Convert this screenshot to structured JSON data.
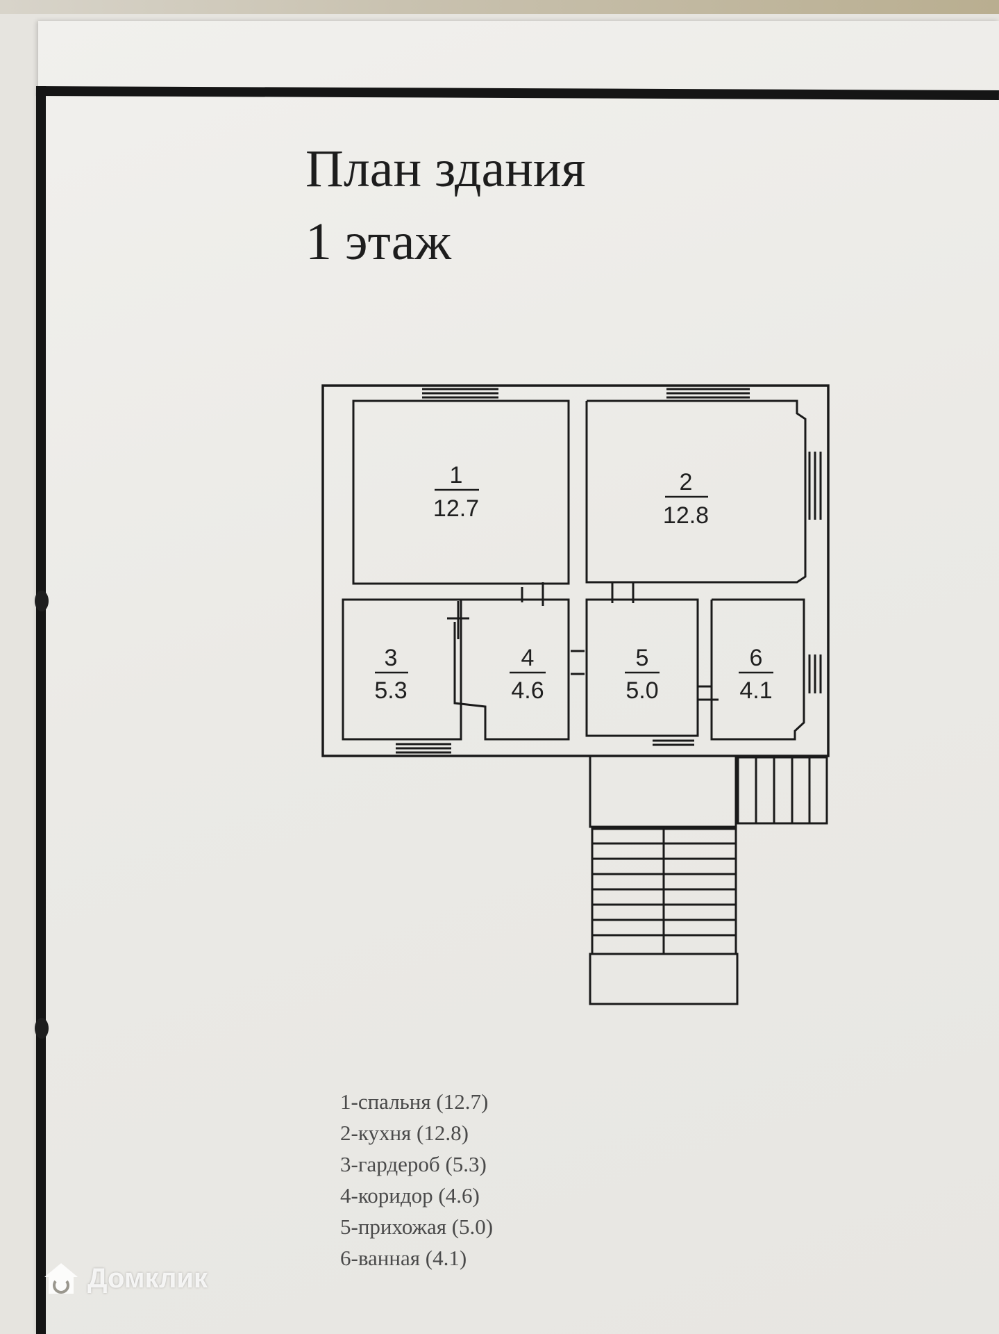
{
  "title": {
    "line1": "План здания",
    "line2": "1 этаж"
  },
  "rooms": [
    {
      "number": "1",
      "area": "12.7"
    },
    {
      "number": "2",
      "area": "12.8"
    },
    {
      "number": "3",
      "area": "5.3"
    },
    {
      "number": "4",
      "area": "4.6"
    },
    {
      "number": "5",
      "area": "5.0"
    },
    {
      "number": "6",
      "area": "4.1"
    }
  ],
  "legend": [
    "1-спальня (12.7)",
    "2-кухня (12.8)",
    "3-гардероб (5.3)",
    "4-коридор (4.6)",
    "5-прихожая (5.0)",
    "6-ванная (4.1)"
  ],
  "watermark": {
    "text": "Домклик",
    "icon": "house-logo-icon"
  },
  "colors": {
    "ink": "#1a1a1a",
    "paper": "#ebeae6",
    "frame": "#151515"
  }
}
